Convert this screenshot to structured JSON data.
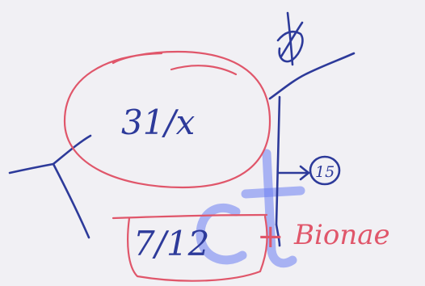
{
  "notes": {
    "circled_value": "31/x",
    "boxed_value": "7/12",
    "side_number": "15",
    "red_note": "Bionae",
    "plus_sign": "+",
    "watermark": "Ct"
  },
  "colors": {
    "paper": "#f1f0f4",
    "blue_ink": "#2d3a9a",
    "red_ink": "#e0566a",
    "watermark": "#6c7ff2"
  }
}
